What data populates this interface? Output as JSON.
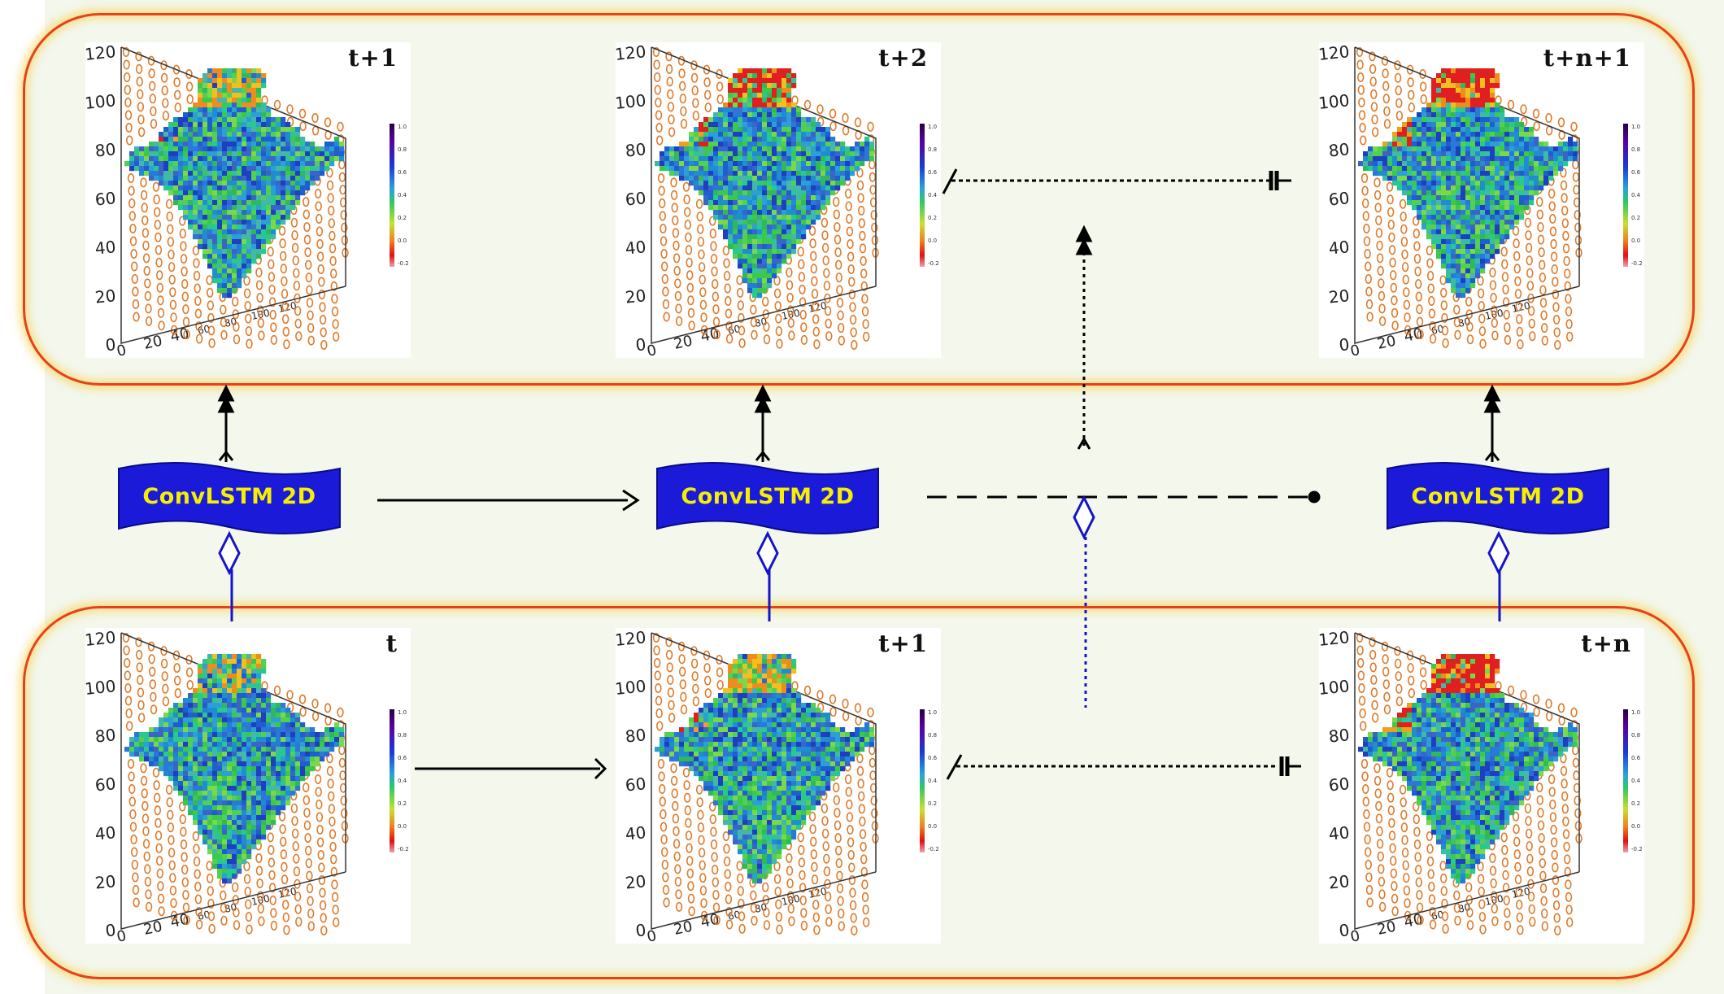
{
  "diagram": {
    "block_label": "ConvLSTM 2D",
    "output_maps": [
      {
        "time_label": "t+1"
      },
      {
        "time_label": "t+2"
      },
      {
        "time_label": "t+n+1"
      }
    ],
    "input_maps": [
      {
        "time_label": "t"
      },
      {
        "time_label": "t+1"
      },
      {
        "time_label": "t+n"
      }
    ],
    "axis_ticks": {
      "y": [
        "120",
        "100",
        "80",
        "60",
        "40",
        "20",
        "0"
      ],
      "x": [
        "0",
        "20",
        "40",
        "60",
        "80",
        "100",
        "120"
      ]
    },
    "colorbar_ticks": [
      "1.0",
      "0.8",
      "0.6",
      "0.4",
      "0.2",
      "0.0",
      "-0.2"
    ],
    "colors": {
      "frame_border": "#e8401c",
      "frame_glow": "#facd3c",
      "panel_fill": "#f3f7ec",
      "block_fill": "#1a1ad8",
      "block_text": "#f6f000",
      "blue_link": "#1414c8",
      "grid_marker": "#e07a2a"
    }
  }
}
